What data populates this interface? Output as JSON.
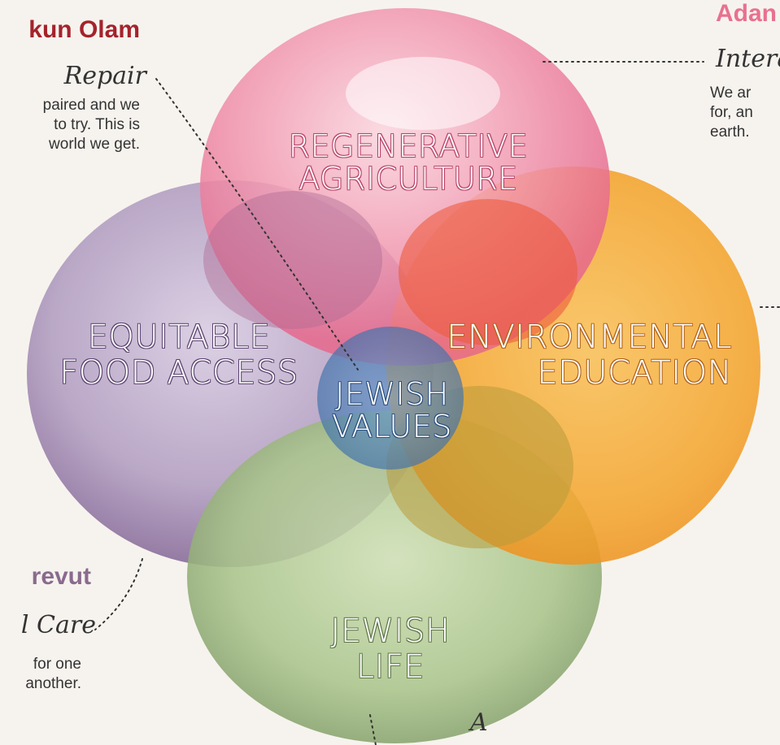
{
  "colors": {
    "background": "#f6f3ee",
    "tikkun": "#a4232c",
    "adam": "#e8718f",
    "arevut": "#8a6a8e",
    "pink": "#ee7d9b",
    "orange": "#f3a432",
    "purple": "#a98fb7",
    "green": "#a8c18a",
    "blue": "#5b8fc1"
  },
  "circles": {
    "regenerative": {
      "line1": "REGENERATIVE",
      "line2": "AGRICULTURE"
    },
    "environmental": {
      "line1": "ENVIRONMENTAL",
      "line2": "EDUCATION"
    },
    "equitable": {
      "line1": "EQUITABLE",
      "line2": "FOOD ACCESS"
    },
    "jewish_life": {
      "line1": "JEWISH",
      "line2": "LIFE"
    },
    "center": {
      "line1": "JEWISH",
      "line2": "VALUES"
    }
  },
  "values": {
    "tikkun": {
      "title": "kun Olam",
      "subtitle": "Repair",
      "text1": "paired and we",
      "text2": "to try. This is",
      "text3": "world we get."
    },
    "adam": {
      "title": "Adan",
      "subtitle": "Intera",
      "text1": "We ar",
      "text2": "for, an",
      "text3": "earth."
    },
    "arevut": {
      "title": "revut",
      "subtitle": "l Care",
      "text1": "for one",
      "text2": "another."
    },
    "bottom": {
      "subtitle": "A"
    }
  }
}
